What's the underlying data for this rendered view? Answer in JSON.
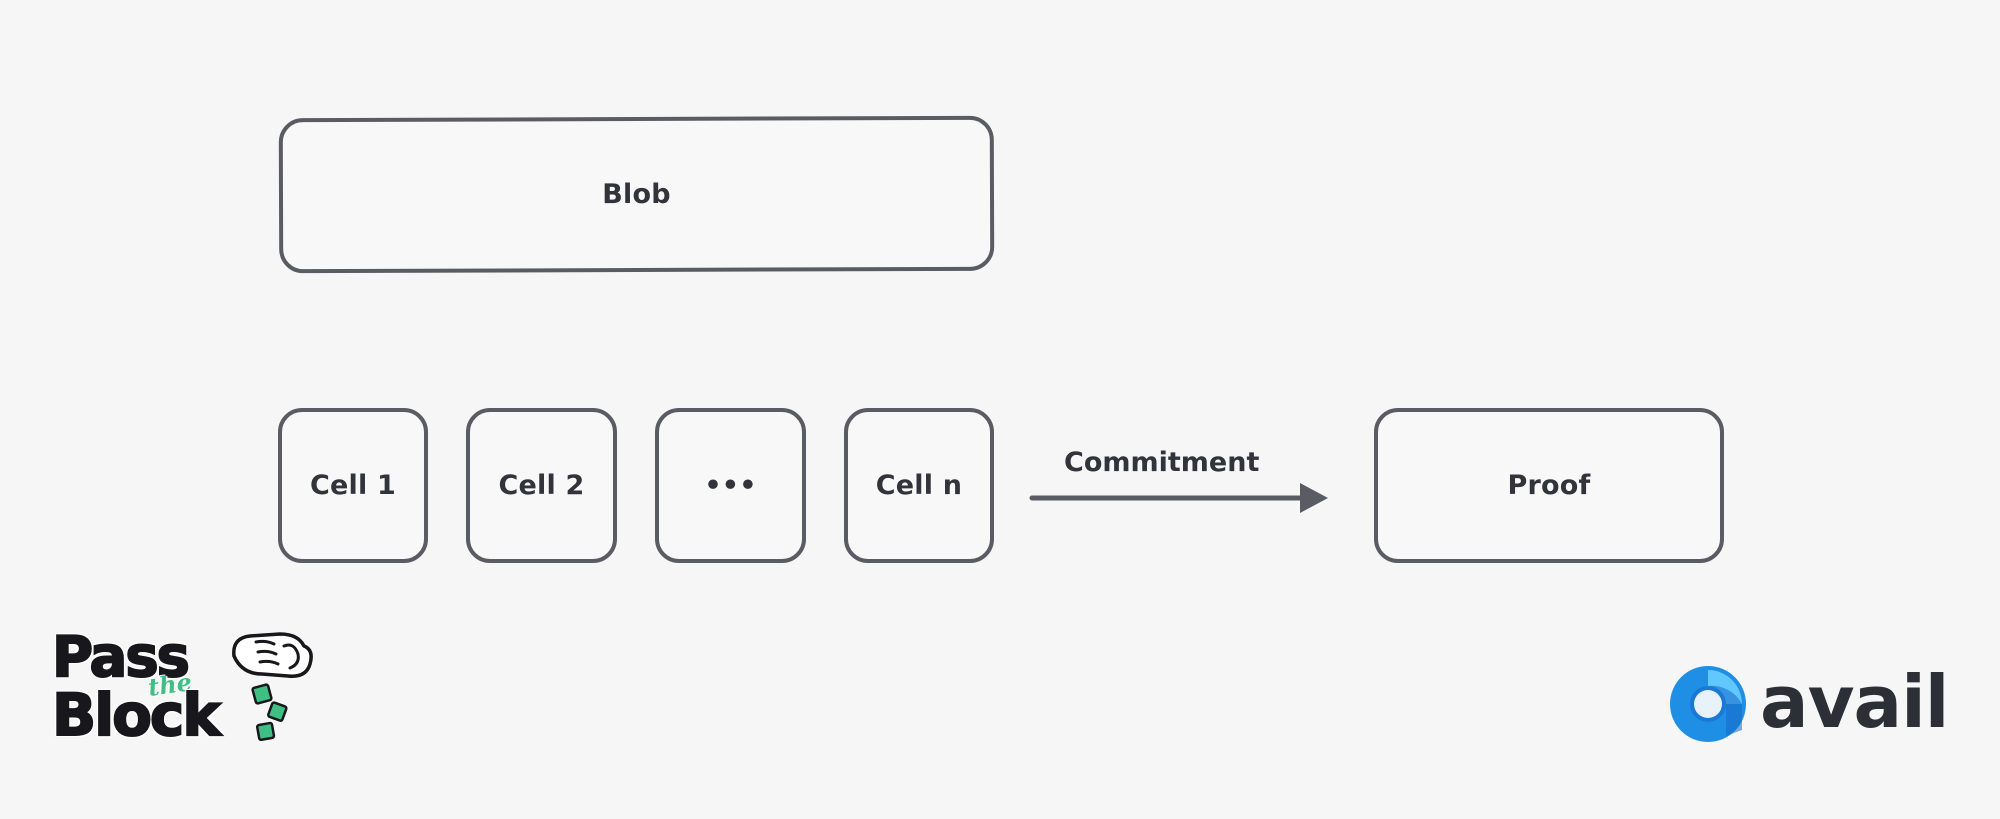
{
  "diagram": {
    "nodes": {
      "blob": "Blob",
      "cell_1": "Cell 1",
      "cell_2": "Cell 2",
      "ellipsis": "•••",
      "cell_n": "Cell n",
      "proof": "Proof"
    },
    "edge": {
      "label": "Commitment",
      "from": "cell_n",
      "to": "proof"
    }
  },
  "logos": {
    "left": {
      "line1": "Pass",
      "small": "the",
      "line2": "Block",
      "colors": {
        "text": "#17171c",
        "accent": "#3fbf83"
      }
    },
    "right": {
      "wordmark": "avail",
      "colors": {
        "text": "#2d2f37",
        "mark_primary": "#1f8fe5",
        "mark_secondary": "#61c8ff"
      }
    }
  },
  "colors": {
    "background": "#f6f6f6",
    "stroke": "#5b5c63",
    "text": "#33343b"
  }
}
